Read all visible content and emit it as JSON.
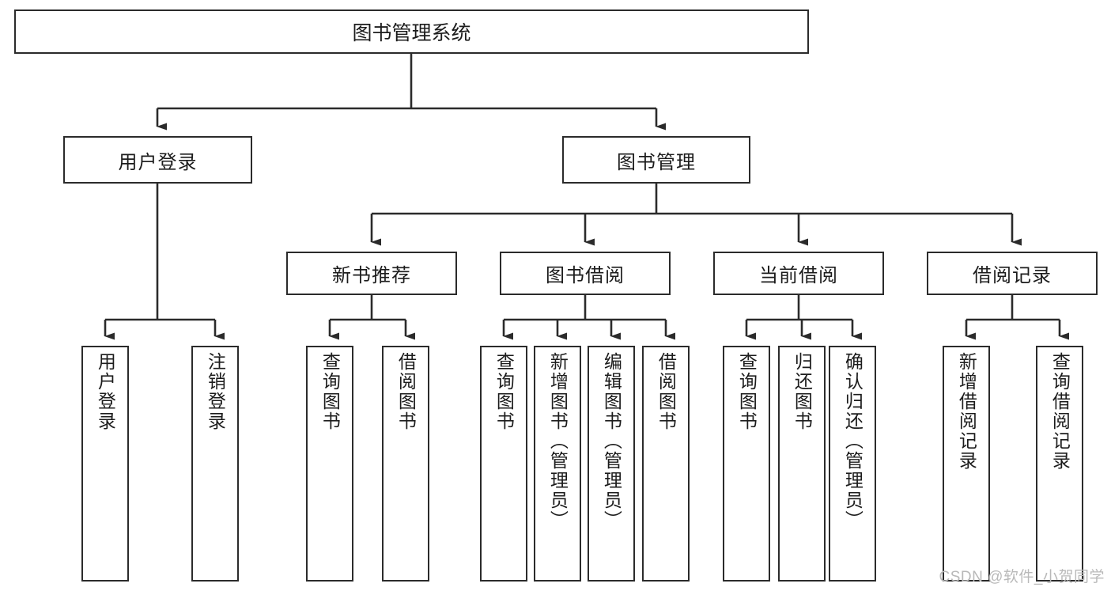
{
  "diagram": {
    "type": "tree-hierarchy",
    "title": "图书管理系统",
    "watermark": "CSDN @软件_小贺同学",
    "colors": {
      "stroke": "#2b2b2b",
      "fill": "#ffffff",
      "text": "#1c1c1c",
      "watermark": "#b9b9b9"
    },
    "nodes": {
      "root": {
        "label": "图书管理系统"
      },
      "level2": [
        {
          "id": "user-login",
          "label": "用户登录"
        },
        {
          "id": "book-manage",
          "label": "图书管理"
        }
      ],
      "level3": [
        {
          "id": "new-book-recommend",
          "label": "新书推荐"
        },
        {
          "id": "book-borrow",
          "label": "图书借阅"
        },
        {
          "id": "current-borrow",
          "label": "当前借阅"
        },
        {
          "id": "borrow-record",
          "label": "借阅记录"
        }
      ],
      "leaves": [
        {
          "id": "leaf-user-login",
          "label": "用户登录",
          "parent": "user-login"
        },
        {
          "id": "leaf-logout",
          "label": "注销登录",
          "parent": "user-login"
        },
        {
          "id": "leaf-query-book-1",
          "label": "查询图书",
          "parent": "new-book-recommend"
        },
        {
          "id": "leaf-borrow-book-1",
          "label": "借阅图书",
          "parent": "new-book-recommend"
        },
        {
          "id": "leaf-query-book-2",
          "label": "查询图书",
          "parent": "book-borrow"
        },
        {
          "id": "leaf-add-book",
          "label": "新增图书（管理员）",
          "parent": "book-borrow"
        },
        {
          "id": "leaf-edit-book",
          "label": "编辑图书（管理员）",
          "parent": "book-borrow"
        },
        {
          "id": "leaf-borrow-book-2",
          "label": "借阅图书",
          "parent": "book-borrow"
        },
        {
          "id": "leaf-query-book-3",
          "label": "查询图书",
          "parent": "current-borrow"
        },
        {
          "id": "leaf-return-book",
          "label": "归还图书",
          "parent": "current-borrow"
        },
        {
          "id": "leaf-confirm-return",
          "label": "确认归还（管理员）",
          "parent": "current-borrow"
        },
        {
          "id": "leaf-add-record",
          "label": "新增借阅记录",
          "parent": "borrow-record"
        },
        {
          "id": "leaf-query-record",
          "label": "查询借阅记录",
          "parent": "borrow-record"
        }
      ]
    }
  }
}
